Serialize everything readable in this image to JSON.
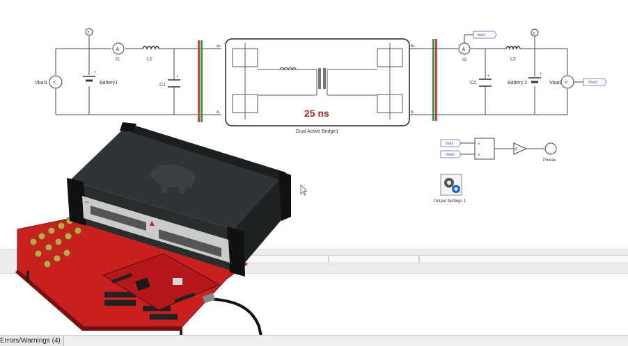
{
  "schematic": {
    "left_source": "Vbat1",
    "left_ammeter_symbol": "A",
    "left_ammeter": "I1",
    "left_inductor": "L1",
    "left_battery": "Battery1",
    "left_cap": "C1",
    "left_const": "c",
    "plus": "+",
    "dab_name": "Dual Active Bridge1",
    "timer": "25 ns",
    "right_ammeter_symbol": "A",
    "right_ammeter": "I2",
    "right_inductor": "L2",
    "right_cap": "C2",
    "right_battery": "Battery 2",
    "right_source": "Vbat2",
    "right_const": "c",
    "tag_ibat2": "Ibat2",
    "tag_vbat2": "Vbat2",
    "tag_ibat2b": "Ibat2",
    "tag_vbat2b": "Vbat2",
    "gain": "0",
    "pmeas": "Pmeas",
    "output_settings": "Output Settings 1",
    "port_a_plus": "A+",
    "port_a_minus": "A-",
    "port_b_plus": "B+",
    "port_b_minus": "B-"
  },
  "status": {
    "errors_tab": "Errors/Warnings (4)"
  },
  "colors": {
    "timer_red": "#b22222",
    "board_red": "#c8201e",
    "device_dark": "#2f3436",
    "port_green": "#2e9e3e",
    "port_red": "#d24040",
    "gear_blue": "#1f6fd0"
  }
}
